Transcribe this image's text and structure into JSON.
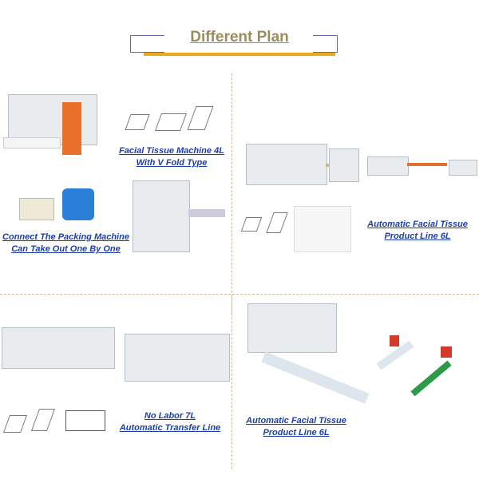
{
  "header": {
    "title": "Different Plan",
    "accent": "#f0a818",
    "title_color": "#9b8c5c"
  },
  "panels": [
    {
      "caption_lines": [
        "Facial Tissue Machine 4L",
        "With V Fold Type"
      ]
    },
    {
      "caption_lines": [
        "Connect The Packing Machine",
        "Can Take Out One By One"
      ]
    },
    {
      "caption_lines": [
        "Automatic Facial Tissue",
        "Product Line 6L"
      ]
    },
    {
      "caption_lines": [
        "No Labor 7L",
        "Automatic Transfer Line"
      ]
    },
    {
      "caption_lines": [
        "Automatic Facial Tissue",
        "Product Line 6L"
      ]
    }
  ],
  "caption_color": "#1c3ea8"
}
